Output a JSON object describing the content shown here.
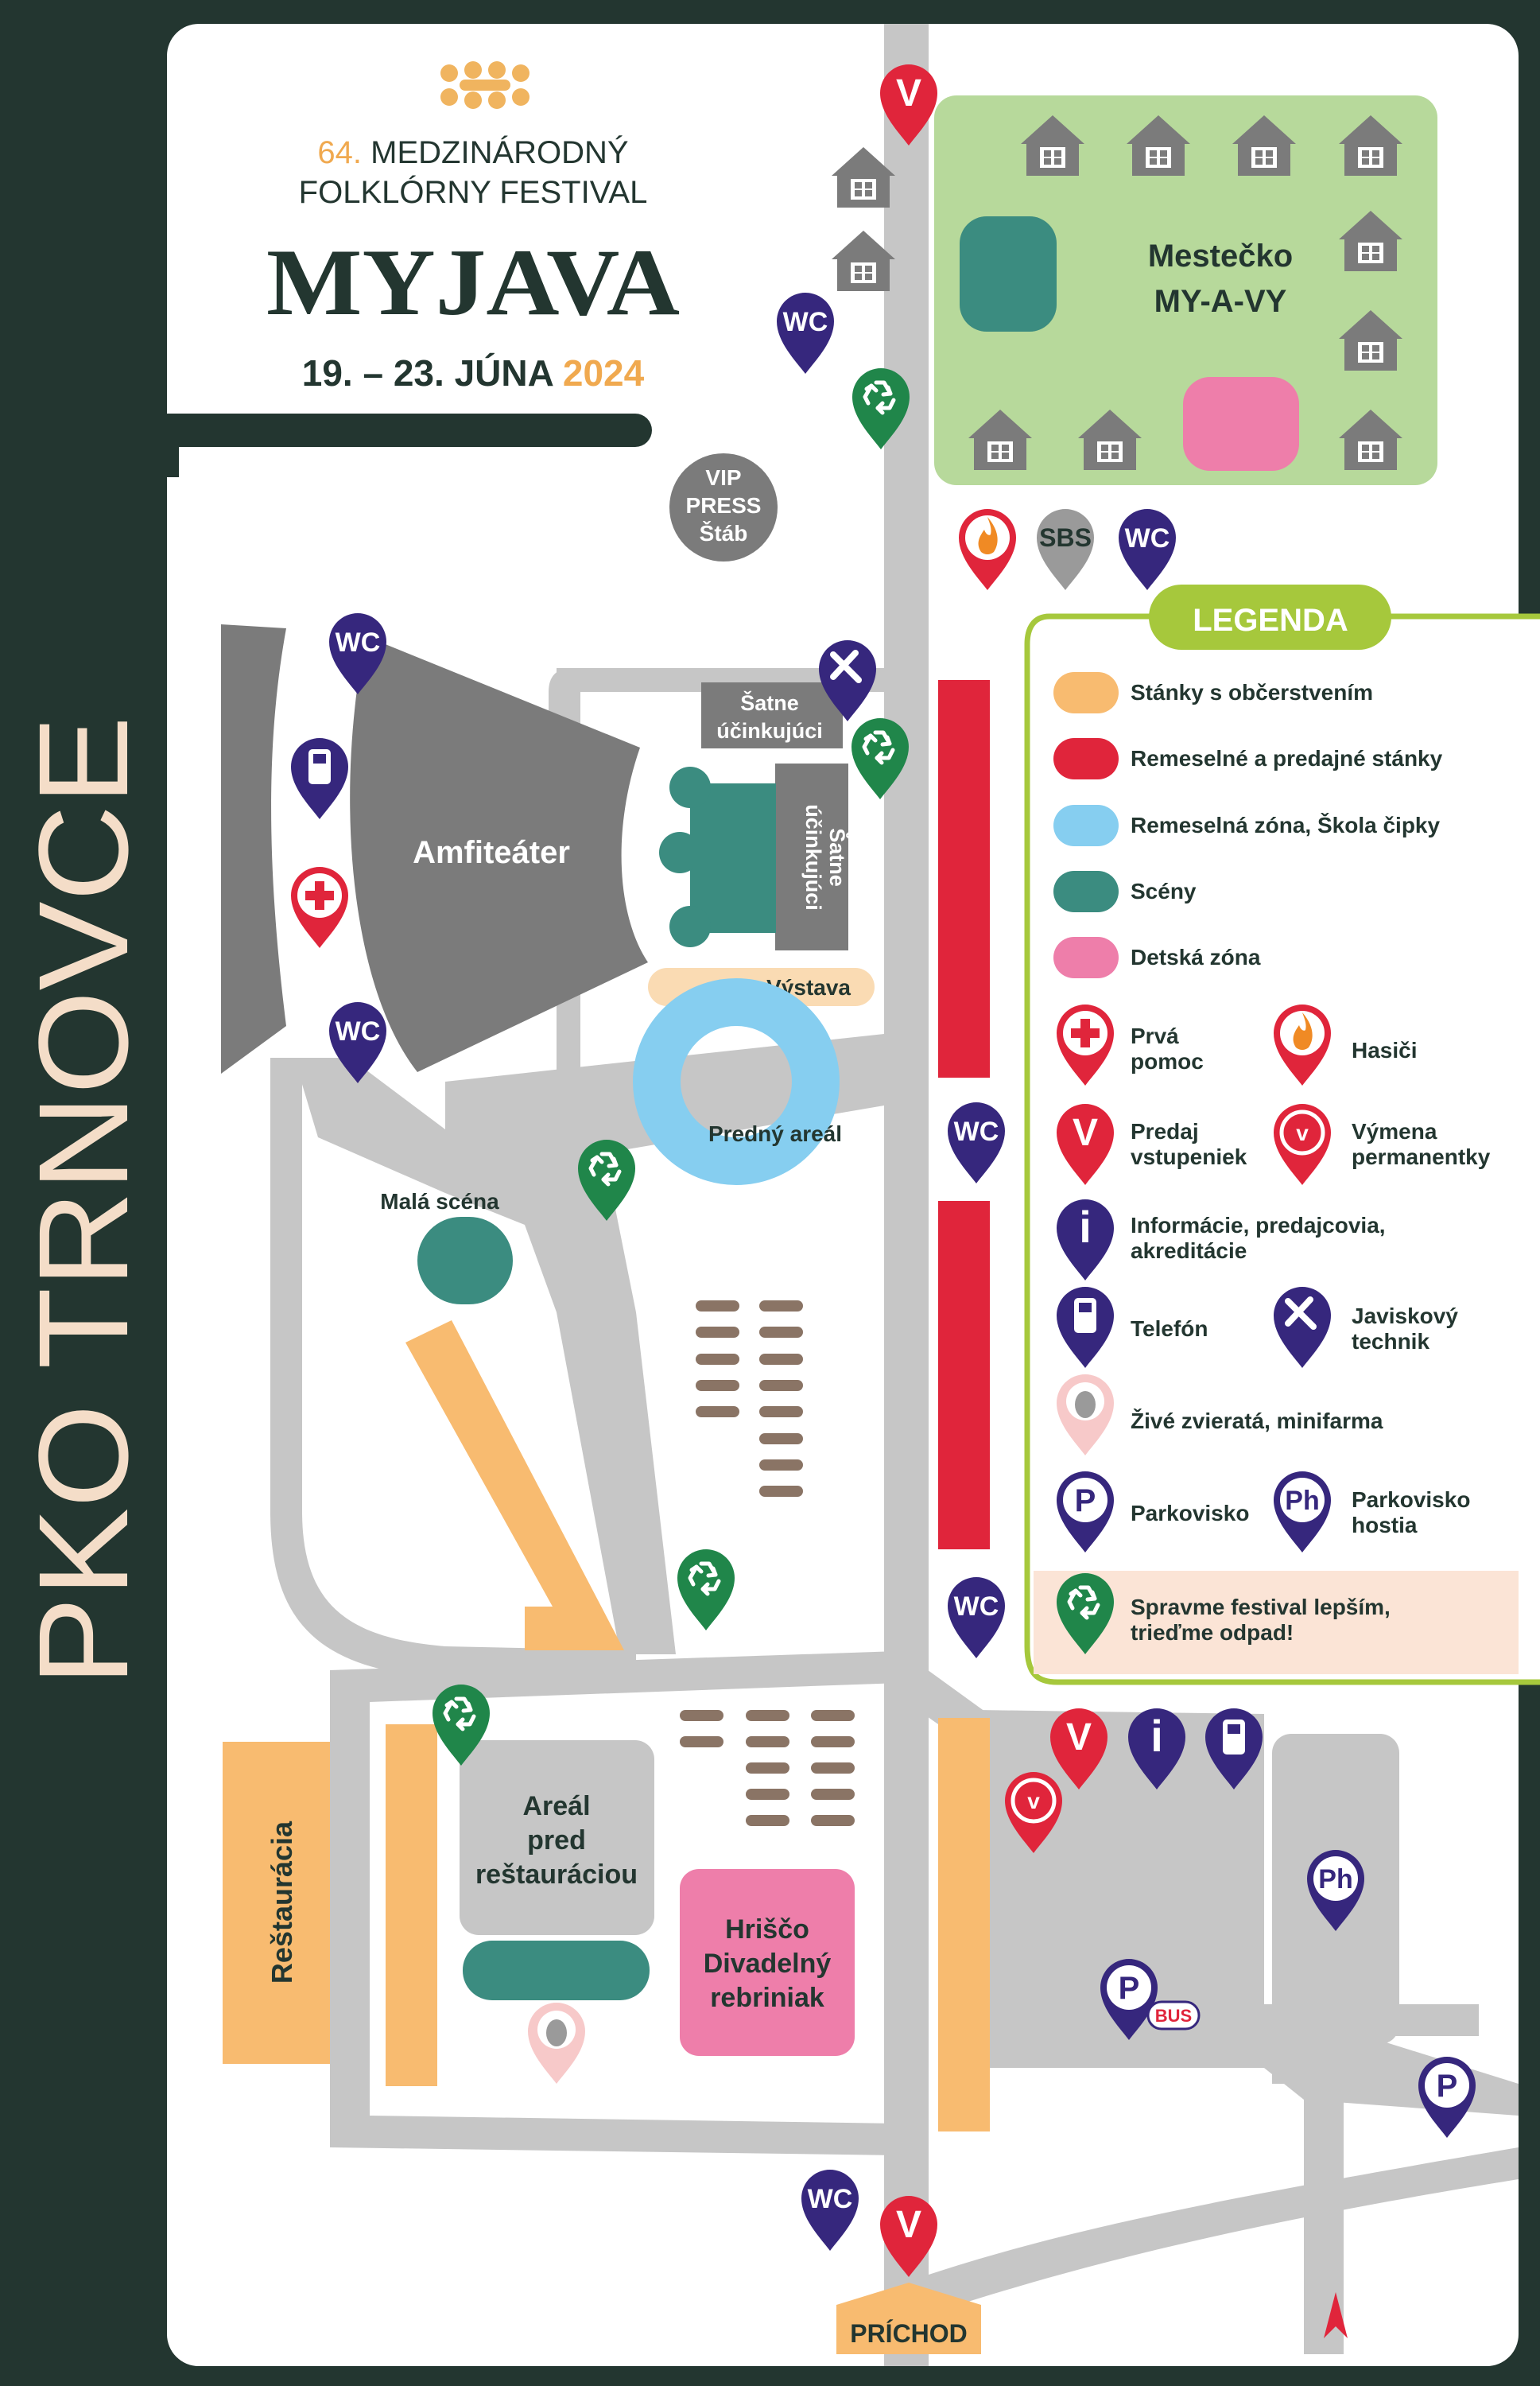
{
  "header": {
    "edition": "64.",
    "line1_rest": "MEDZINÁRODNÝ",
    "line2": "FOLKLÓRNY FESTIVAL",
    "brand": "MYJAVA",
    "dates_main": "19. – 23. JÚNA",
    "dates_year": "2024"
  },
  "side_title": "PKO TRNOVCE",
  "colors": {
    "background": "#233630",
    "paper": "#ffffff",
    "road": "#c6c6c6",
    "building": "#7b7b7b",
    "food": "#f8bb70",
    "craft": "#e0253b",
    "lace": "#86cef0",
    "stage": "#3b8c80",
    "kids": "#ee7eaa",
    "green_zone": "#b7d99b",
    "legend_border": "#a6c83c",
    "purple": "#36277d",
    "recycle": "#20864a",
    "exhibit": "#fadbb3",
    "path_brown": "#8a7465"
  },
  "places": {
    "mestecko_line1": "Mestečko",
    "mestecko_line2": "MY-A-VY",
    "vip_line1": "VIP",
    "vip_line2": "PRESS",
    "vip_line3": "Štáb",
    "amfiteater": "Amfiteáter",
    "satne_1_line1": "Šatne",
    "satne_1_line2": "účinkujúci",
    "satne_2_line1": "Šatne",
    "satne_2_line2": "účinkujúci",
    "vystava": "Výstava",
    "predny_areal": "Predný areál",
    "mala_scena": "Malá scéna",
    "restauracia": "Reštaurácia",
    "areal_line1": "Areál",
    "areal_line2": "pred",
    "areal_line3": "reštauráciou",
    "hrisko_line1": "Hriščo",
    "hrisko_line2": "Divadelný",
    "hrisko_line3": "rebriniak",
    "prichod": "PRÍCHOD",
    "sbs": "SBS"
  },
  "pins": {
    "wc": "WC",
    "ticket": "V",
    "ph": "Ph",
    "p": "P",
    "bus": "BUS",
    "info": "i"
  },
  "legend": {
    "title": "LEGENDA",
    "swatches": [
      {
        "label": "Stánky s občerstvením",
        "color": "#f8bb70"
      },
      {
        "label": "Remeselné a predajné stánky",
        "color": "#e0253b"
      },
      {
        "label": "Remeselná zóna, Škola čipky",
        "color": "#86cef0"
      },
      {
        "label": "Scény",
        "color": "#3b8c80"
      },
      {
        "label": "Detská zóna",
        "color": "#ee7eaa"
      }
    ],
    "icons": {
      "first_aid_1": "Prvá",
      "first_aid_2": "pomoc",
      "firefighters": "Hasiči",
      "tickets_1": "Predaj",
      "tickets_2": "vstupeniek",
      "exchange_1": "Výmena",
      "exchange_2": "permanentky",
      "info_1": "Informácie, predajcovia,",
      "info_2": "akreditácie",
      "phone": "Telefón",
      "tech_1": "Javiskový",
      "tech_2": "technik",
      "animals": "Živé zvieratá, minifarma",
      "parking": "Parkovisko",
      "parking_guests_1": "Parkovisko",
      "parking_guests_2": "hostia",
      "recycle_1": "Spravme festival lepším,",
      "recycle_2": "trieďme odpad!"
    }
  }
}
